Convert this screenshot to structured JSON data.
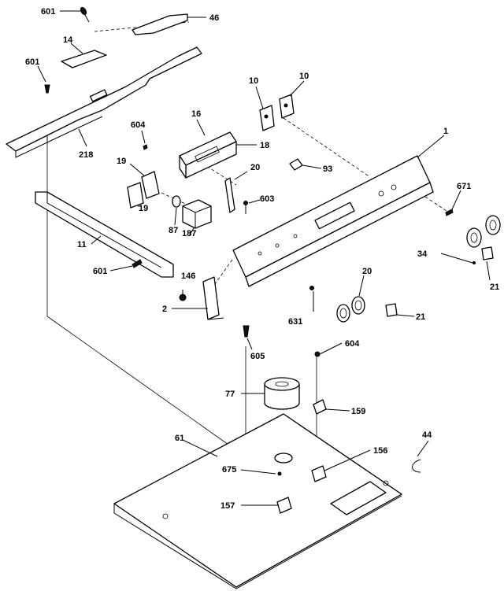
{
  "diagram": {
    "callouts": [
      "601",
      "46",
      "14",
      "601",
      "218",
      "10",
      "10",
      "16",
      "18",
      "604",
      "1",
      "93",
      "20",
      "19",
      "19",
      "87",
      "671",
      "603",
      "11",
      "187",
      "34",
      "21",
      "601",
      "146",
      "2",
      "20",
      "631",
      "21",
      "605",
      "604",
      "77",
      "159",
      "61",
      "44",
      "156",
      "675",
      "157"
    ]
  }
}
